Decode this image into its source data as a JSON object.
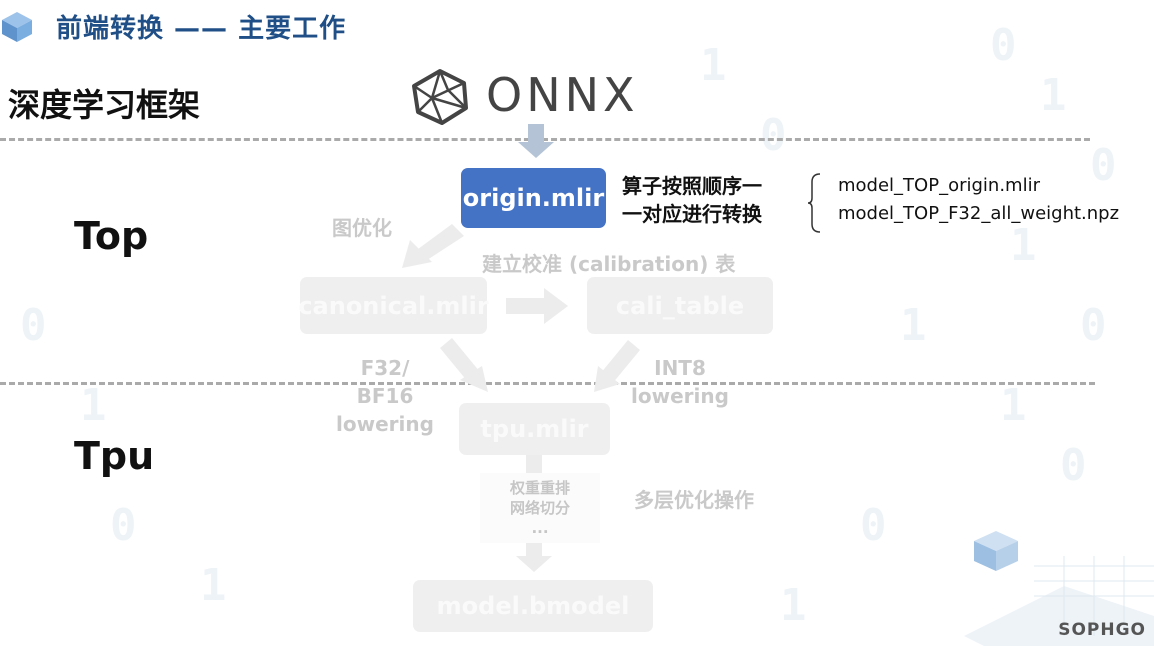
{
  "header": {
    "title": "前端转换 —— 主要工作"
  },
  "framework_label": "深度学习框架",
  "onnx": {
    "text": "ONNX"
  },
  "levels": {
    "top": "Top",
    "tpu": "Tpu"
  },
  "nodes": {
    "origin": "origin.mlir",
    "canonical": "canonical.mlir",
    "cali_table": "cali_table",
    "tpu": "tpu.mlir",
    "bmodel": "model.bmodel"
  },
  "labels": {
    "graph_opt": "图优化",
    "calibration": "建立校准 (calibration) 表",
    "f32_line1": "F32/ BF16",
    "f32_line2": "lowering",
    "int8_line1": "INT8",
    "int8_line2": "lowering",
    "multi_opt": "多层优化操作"
  },
  "note": {
    "line1": "算子按照顺序一",
    "line2": "一对应进行转换"
  },
  "files": [
    "model_TOP_origin.mlir",
    "model_TOP_F32_all_weight.npz"
  ],
  "optimizations": [
    "权重重排",
    "网络切分",
    "..."
  ],
  "brand": "SOPHGO",
  "colors": {
    "accent": "#4472c4",
    "title": "#1f4f86",
    "faded": "#efefef"
  }
}
